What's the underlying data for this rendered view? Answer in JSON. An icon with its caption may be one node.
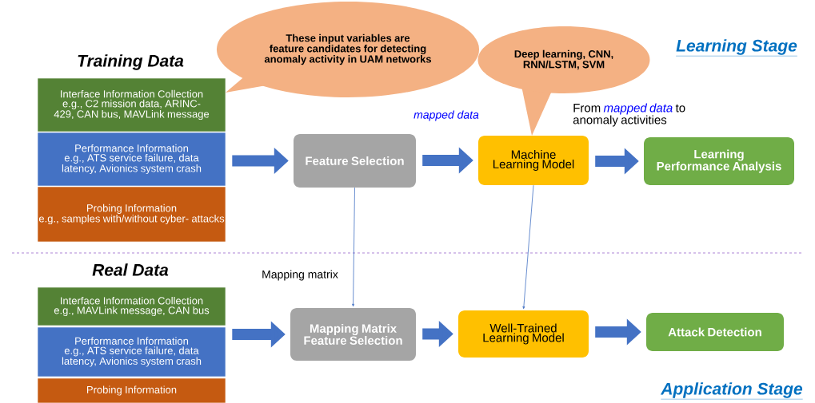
{
  "diagram": {
    "nodes": [
      {
        "text": [
          "Interface Information Collection",
          "e.g., C2 mission data, ARINC-429, CAN bus, MAVLink message"
        ]
      },
      {
        "text": [
          "Performance Information",
          "e.g., ATS service failure, data latency, Avionics system crash"
        ]
      },
      {
        "text": [
          "Probing Information",
          "e.g., samples with/without cyber- attacks"
        ]
      },
      {
        "text": [
          "Feature Selection"
        ]
      },
      {
        "text": [
          "Machine Learning Model"
        ]
      },
      {
        "text": [
          "Learning Performance Analysis"
        ]
      },
      {
        "text": [
          "Interface Information Collection",
          "e.g., MAVLink message, CAN bus"
        ]
      },
      {
        "text": [
          "Performance Information",
          "e.g., ATS service failure, data latency, Avionics system crash"
        ]
      },
      {
        "text": [
          "Probing Information"
        ]
      },
      {
        "text": [
          "Mapping Matrix Feature Selection"
        ]
      },
      {
        "text": [
          "Well-Trained Learning Model"
        ]
      },
      {
        "text": [
          "Attack Detection"
        ]
      },
      {
        "text": [
          "These input variables are feature candidates for detecting anomaly activity in UAM networks"
        ]
      },
      {
        "text": [
          "Deep learning, CNN, RNN/LSTM, SVM"
        ]
      }
    ],
    "edges": [
      {
        "from": 1,
        "to": 3,
        "arrow": "to"
      },
      {
        "from": 3,
        "to": 4,
        "arrow": "to",
        "label": "mapped data"
      },
      {
        "from": 4,
        "to": 5,
        "arrow": "to",
        "label": "From *mapped data* to anomaly activities"
      },
      {
        "from": 7,
        "to": 9,
        "arrow": "to"
      },
      {
        "from": 9,
        "to": 10,
        "arrow": "to"
      },
      {
        "from": 10,
        "to": 11,
        "arrow": "to"
      },
      {
        "from": 3,
        "to": 9,
        "arrow": "to",
        "label": "Mapping matrix"
      },
      {
        "from": 4,
        "to": 10,
        "arrow": "to"
      }
    ],
    "labels": [
      "Training Data",
      "Learning Stage",
      "Real Data",
      "Application Stage"
    ]
  }
}
